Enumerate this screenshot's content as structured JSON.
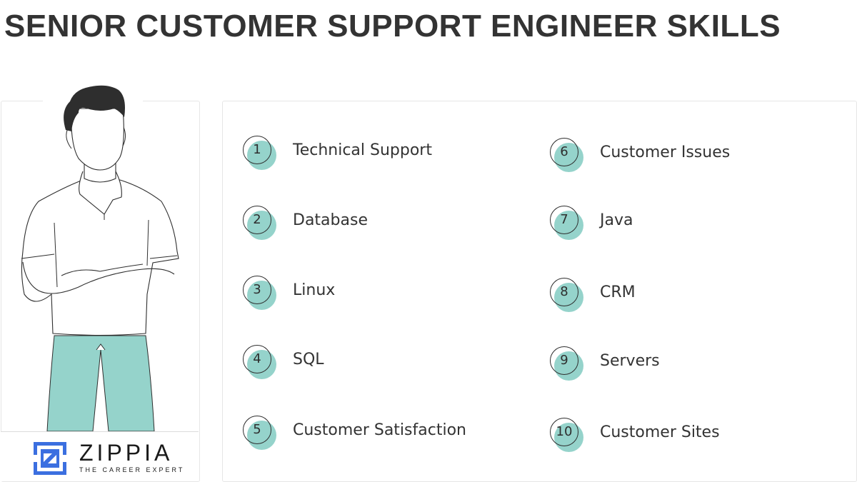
{
  "header": {
    "title": "SENIOR CUSTOMER SUPPORT ENGINEER SKILLS"
  },
  "illustration": {
    "description": "faceless man with crossed arms, teal pants",
    "pants_color": "#95d3cb",
    "hair_color": "#2e2e2e"
  },
  "brand": {
    "name": "ZIPPIA",
    "tagline": "THE CAREER EXPERT",
    "logo_color": "#3b6fe0"
  },
  "skills": [
    {
      "num": "1",
      "label": "Technical Support"
    },
    {
      "num": "2",
      "label": "Database"
    },
    {
      "num": "3",
      "label": "Linux"
    },
    {
      "num": "4",
      "label": "SQL"
    },
    {
      "num": "5",
      "label": "Customer Satisfaction"
    },
    {
      "num": "6",
      "label": "Customer Issues"
    },
    {
      "num": "7",
      "label": "Java"
    },
    {
      "num": "8",
      "label": "CRM"
    },
    {
      "num": "9",
      "label": "Servers"
    },
    {
      "num": "10",
      "label": "Customer Sites"
    }
  ],
  "colors": {
    "accent": "#95d3cb",
    "text": "#333333",
    "border": "#e6e6e6"
  }
}
